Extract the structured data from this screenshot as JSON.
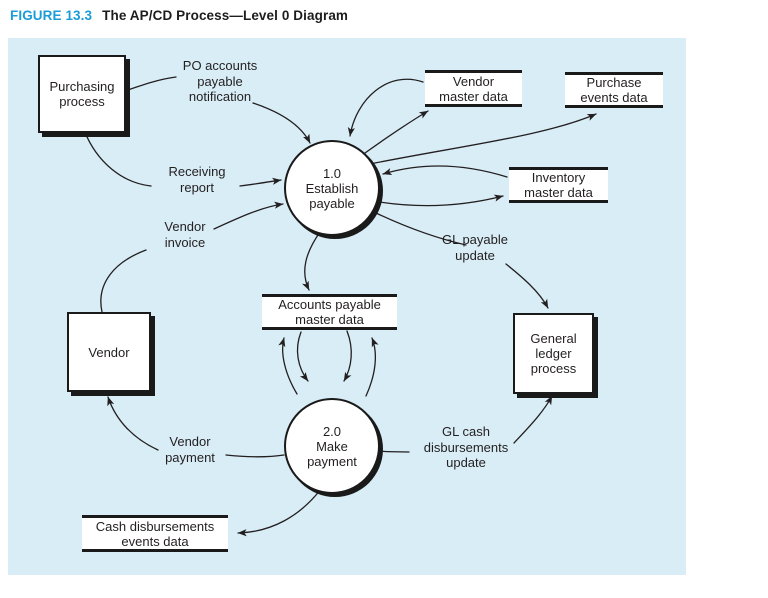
{
  "figure": {
    "label": "FIGURE 13.3",
    "title": "The AP/CD Process—Level 0 Diagram"
  },
  "colors": {
    "panel_bg": "#d8edf6",
    "figure_label_blue": "#1a9cd8",
    "ink": "#231f20"
  },
  "diagram": {
    "processes": {
      "establish_payable": {
        "label": "1.0\nEstablish\npayable"
      },
      "make_payment": {
        "label": "2.0\nMake\npayment"
      }
    },
    "external_entities": {
      "purchasing_process": {
        "label": "Purchasing\nprocess"
      },
      "vendor": {
        "label": "Vendor"
      },
      "general_ledger_process": {
        "label": "General\nledger\nprocess"
      }
    },
    "data_stores": {
      "vendor_master_data": {
        "label": "Vendor\nmaster data"
      },
      "purchase_events_data": {
        "label": "Purchase\nevents data"
      },
      "inventory_master_data": {
        "label": "Inventory\nmaster data"
      },
      "accounts_payable_master_data": {
        "label": "Accounts payable\nmaster data"
      },
      "cash_disbursements_events_data": {
        "label": "Cash disbursements\nevents data"
      }
    },
    "flow_labels": {
      "po_accounts_payable_notification": {
        "label": "PO accounts\npayable\nnotification"
      },
      "receiving_report": {
        "label": "Receiving\nreport"
      },
      "vendor_invoice": {
        "label": "Vendor\ninvoice"
      },
      "gl_payable_update": {
        "label": "GL payable\nupdate"
      },
      "vendor_payment": {
        "label": "Vendor\npayment"
      },
      "gl_cash_disbursements_update": {
        "label": "GL cash\ndisbursements\nupdate"
      }
    }
  }
}
